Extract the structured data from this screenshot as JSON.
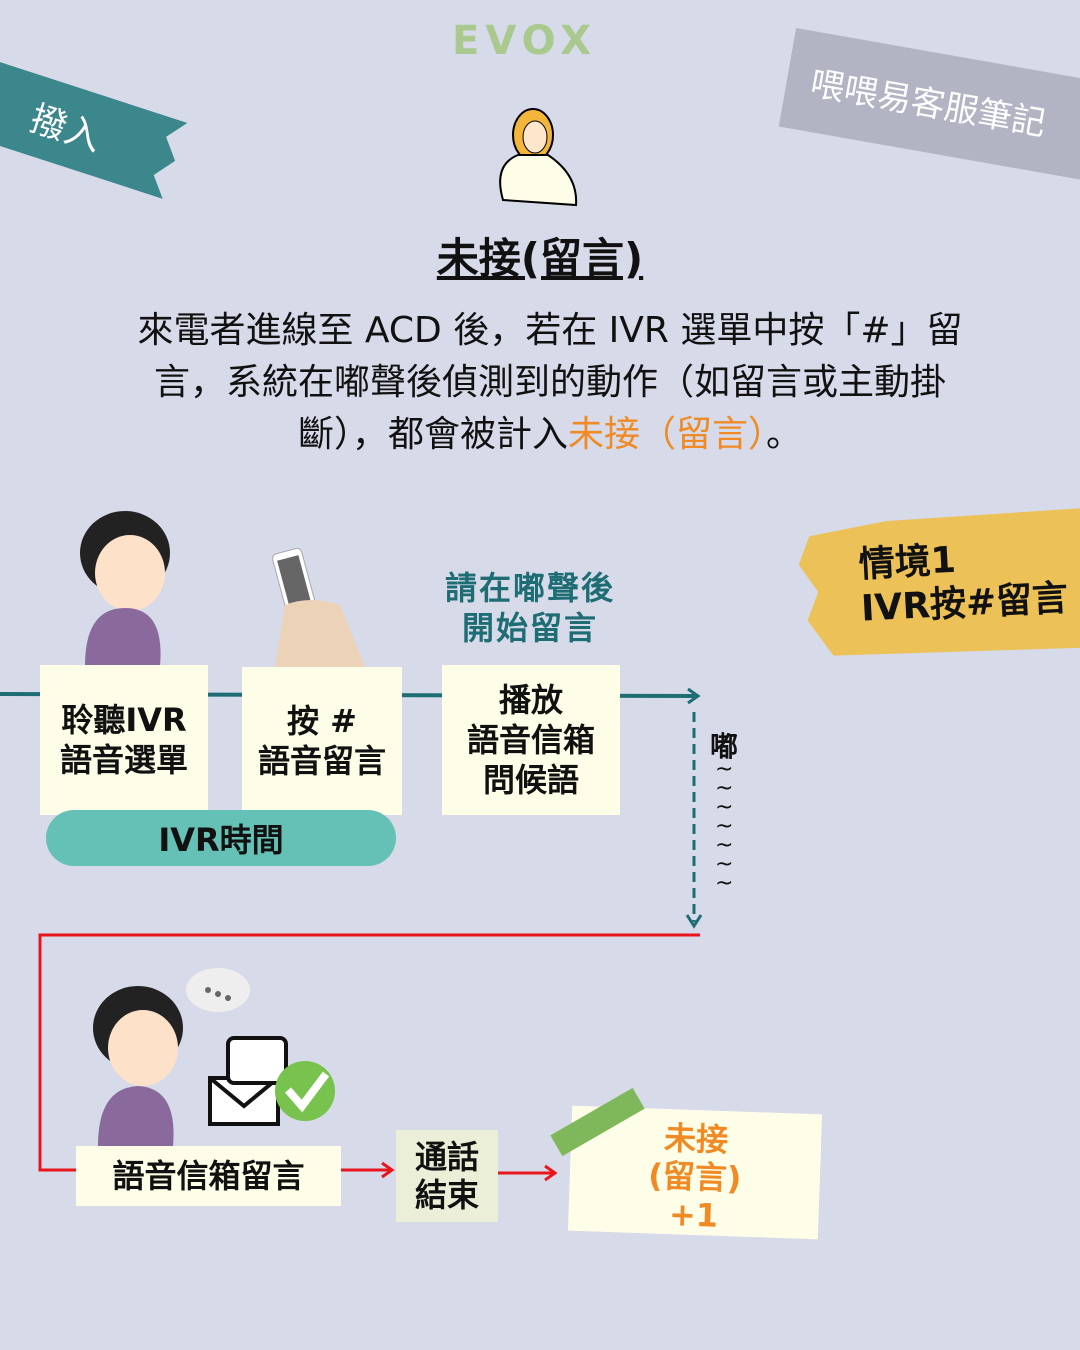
{
  "brand": "EVOX",
  "ribbon": "撥入",
  "tape": "喂喂易客服筆記",
  "title": "未接(留言)",
  "desc": {
    "part1": "來電者進線至 ACD 後，若在 IVR 選單中按「#」留言，系統在嘟聲後偵測到的動作（如留言或主動掛斷），都會被計入",
    "highlight": "未接（留言）",
    "end": "。"
  },
  "scenario": {
    "line1": "情境1",
    "line2": "IVR按#留言"
  },
  "hint": {
    "line1": "請在嘟聲後",
    "line2": "開始留言"
  },
  "steps": [
    {
      "line1": "聆聽IVR",
      "line2": "語音選單"
    },
    {
      "line1": "按 #",
      "line2": "語音留言"
    },
    {
      "line1": "播放",
      "line2": "語音信箱",
      "line3": "問候語"
    }
  ],
  "ivr_time": "IVR時間",
  "beep": "嘟",
  "beep_wave": "~~~~~~~",
  "voicemail": "語音信箱留言",
  "call_end": {
    "line1": "通話",
    "line2": "結束"
  },
  "result": {
    "line1": "未接",
    "line2": "(留言)",
    "line3": "+1"
  },
  "colors": {
    "bg": "#d6dae9",
    "teal": "#1e6d74",
    "orange": "#f08a24",
    "red": "#e8161c"
  }
}
